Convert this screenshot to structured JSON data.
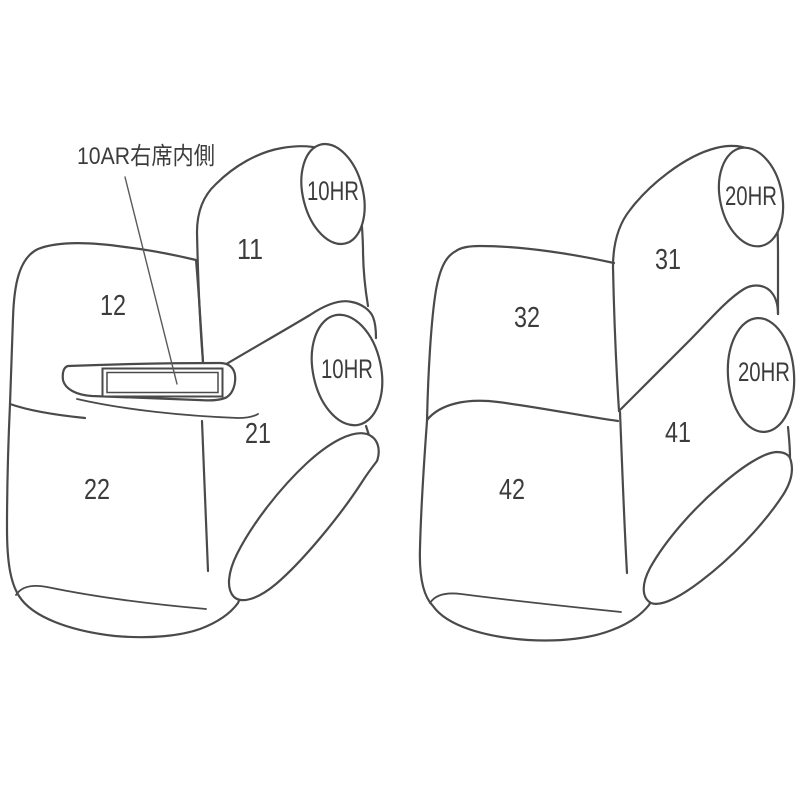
{
  "canvas": {
    "background": "#ffffff",
    "line_color": "#4a4a4a",
    "text_color": "#3c3c3c"
  },
  "annotation": {
    "label": "10AR右席内側"
  },
  "left_seat": {
    "headrest_top": {
      "label": "10HR"
    },
    "headrest_front": {
      "label": "10HR"
    },
    "back_right": {
      "label": "11"
    },
    "back_left": {
      "label": "12"
    },
    "cushion_right": {
      "label": "21"
    },
    "cushion_left": {
      "label": "22"
    }
  },
  "right_seat": {
    "headrest_top": {
      "label": "20HR"
    },
    "headrest_front": {
      "label": "20HR"
    },
    "back_right": {
      "label": "31"
    },
    "back_left": {
      "label": "32"
    },
    "cushion_right": {
      "label": "41"
    },
    "cushion_left": {
      "label": "42"
    }
  }
}
